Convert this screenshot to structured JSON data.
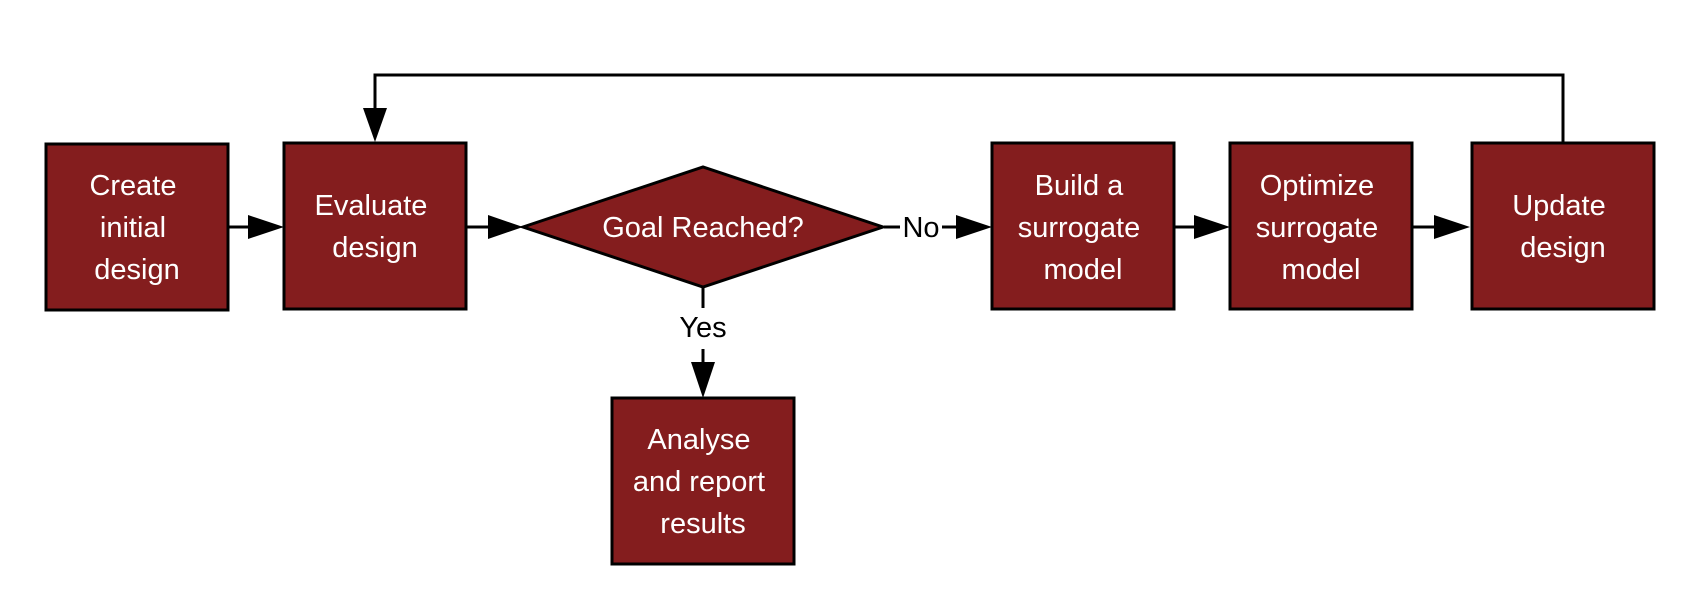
{
  "colors": {
    "node_fill": "#841d1e",
    "node_stroke": "#000000",
    "node_text": "#ffffff",
    "edge": "#000000",
    "background": "#ffffff"
  },
  "nodes": {
    "create_initial_design": {
      "lines": [
        "Create",
        "initial",
        "design"
      ]
    },
    "evaluate_design": {
      "lines": [
        "Evaluate",
        "design"
      ]
    },
    "goal_reached": {
      "lines": [
        "Goal Reached?"
      ]
    },
    "build_surrogate_model": {
      "lines": [
        "Build a",
        "surrogate",
        "model"
      ]
    },
    "optimize_surrogate_model": {
      "lines": [
        "Optimize",
        "surrogate",
        "model"
      ]
    },
    "update_design": {
      "lines": [
        "Update",
        "design"
      ]
    },
    "analyse_report_results": {
      "lines": [
        "Analyse",
        "and report",
        "results"
      ]
    }
  },
  "edge_labels": {
    "no": "No",
    "yes": "Yes"
  }
}
